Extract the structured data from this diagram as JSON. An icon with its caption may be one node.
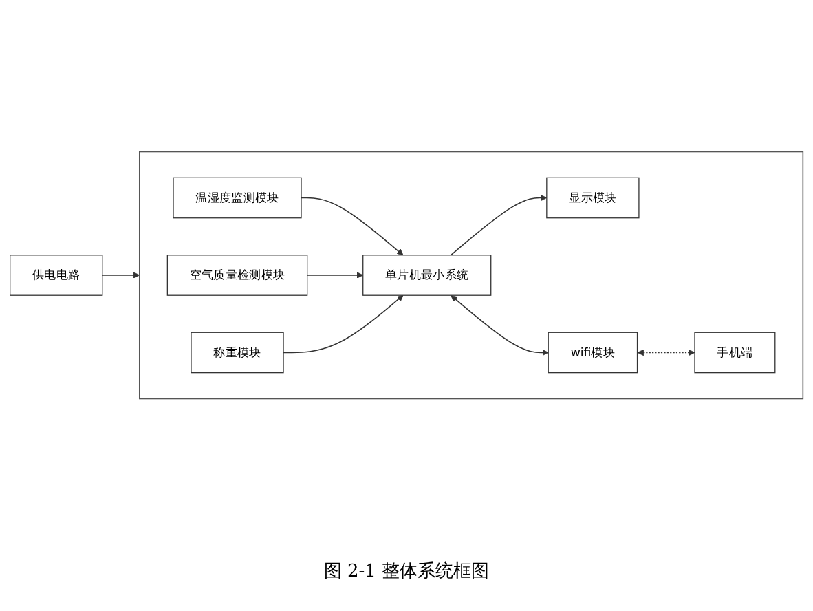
{
  "diagram": {
    "caption": "图 2-1 整体系统框图",
    "nodes": [
      {
        "text": [
          "供电电路"
        ]
      },
      {
        "text": [],
        "shape": "box"
      },
      {
        "text": [
          "温湿度监测模块"
        ],
        "in": 1
      },
      {
        "text": [
          "空气质量检测模块"
        ],
        "in": 1
      },
      {
        "text": [
          "称重模块"
        ],
        "in": 1
      },
      {
        "text": [
          "单片机最小系统"
        ],
        "in": 1
      },
      {
        "text": [
          "显示模块"
        ],
        "in": 1
      },
      {
        "text": [
          "wifi模块"
        ],
        "in": 1
      },
      {
        "text": [
          "手机端"
        ],
        "in": 1
      }
    ],
    "edges": [
      {
        "from": 0,
        "to": 1,
        "arrow": "to"
      },
      {
        "from": 2,
        "to": 5,
        "arrow": "to"
      },
      {
        "from": 3,
        "to": 5,
        "arrow": "to"
      },
      {
        "from": 4,
        "to": 5,
        "arrow": "to"
      },
      {
        "from": 5,
        "to": 6,
        "arrow": "to"
      },
      {
        "from": 5,
        "to": 7,
        "arrow": "both"
      },
      {
        "from": 7,
        "to": 8,
        "arrow": "both",
        "style": "dashed"
      }
    ]
  }
}
